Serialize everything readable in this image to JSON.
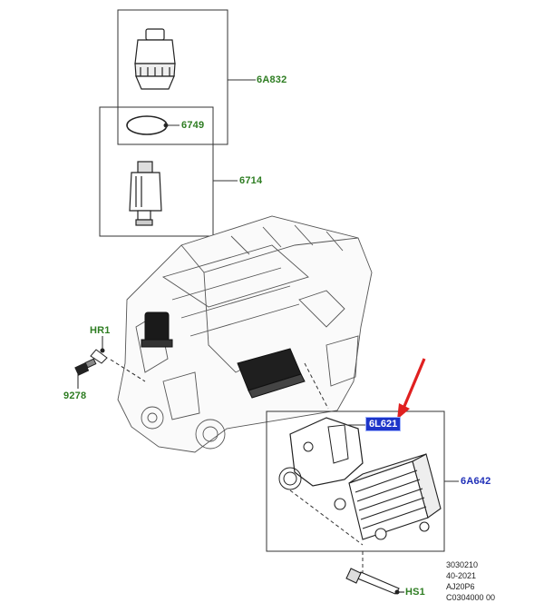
{
  "callouts": {
    "oil_filter_housing": "6A832",
    "o_ring": "6749",
    "oil_filter": "6714",
    "hose_retainer": "HR1",
    "sensor": "9278",
    "gasket": "6L621",
    "oil_cooler": "6A642",
    "bolt": "HS1"
  },
  "code_block": {
    "line1": "3030210",
    "line2": "40-2021",
    "line3": "AJ20P6",
    "line4": "C0304000 00"
  },
  "colors": {
    "green_callout": "#2e7d22",
    "blue_callout": "#1f2fb8",
    "highlight": "#1d35c9",
    "arrow": "#e02020"
  }
}
